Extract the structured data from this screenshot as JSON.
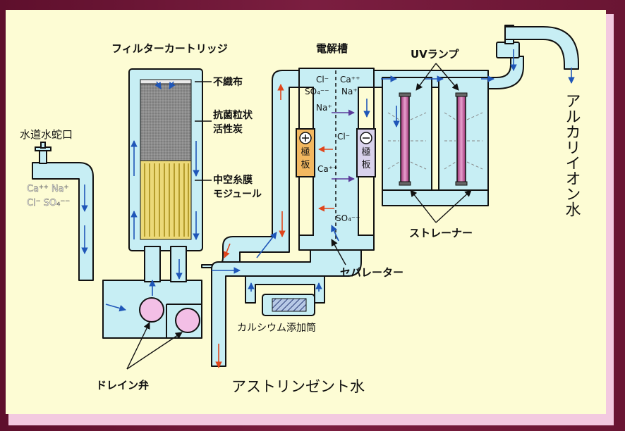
{
  "labels": {
    "filter_cartridge": "フィルターカートリッジ",
    "electrolysis_cell": "電解槽",
    "uv_lamp": "UVランプ",
    "nonwoven": "不織布",
    "carbon_1": "抗菌粒状",
    "carbon_2": "活性炭",
    "hollow_1": "中空糸膜",
    "hollow_2": "モジュール",
    "tap": "水道水蛇口",
    "tap_ions_1": "Ca⁺⁺ Na⁺",
    "tap_ions_2": "Cl⁻ SO₄⁻⁻",
    "alkaline_water": "アルカリイオン水",
    "strainer": "ストレーナー",
    "separator": "セパレーター",
    "calcium_tube": "カルシウム添加筒",
    "drain_valve": "ドレイン弁",
    "astringent_water": "アストリンゼント水",
    "electrode": "極板",
    "plus": "⊕",
    "minus": "⊖",
    "ion_cl": "Cl⁻",
    "ion_so4": "SO₄⁻⁻",
    "ion_ca": "Ca⁺⁺",
    "ion_na": "Na⁺"
  },
  "colors": {
    "pipe_fill": "#c7eef4",
    "pipe_stroke": "#111111",
    "flow_arrow": "#1f56b8",
    "acid_arrow": "#e0451b",
    "lamp": "#c24f8e",
    "valve": "#f3bfe6",
    "carbon": "#8a8a8a",
    "membrane": "#ecd978"
  }
}
